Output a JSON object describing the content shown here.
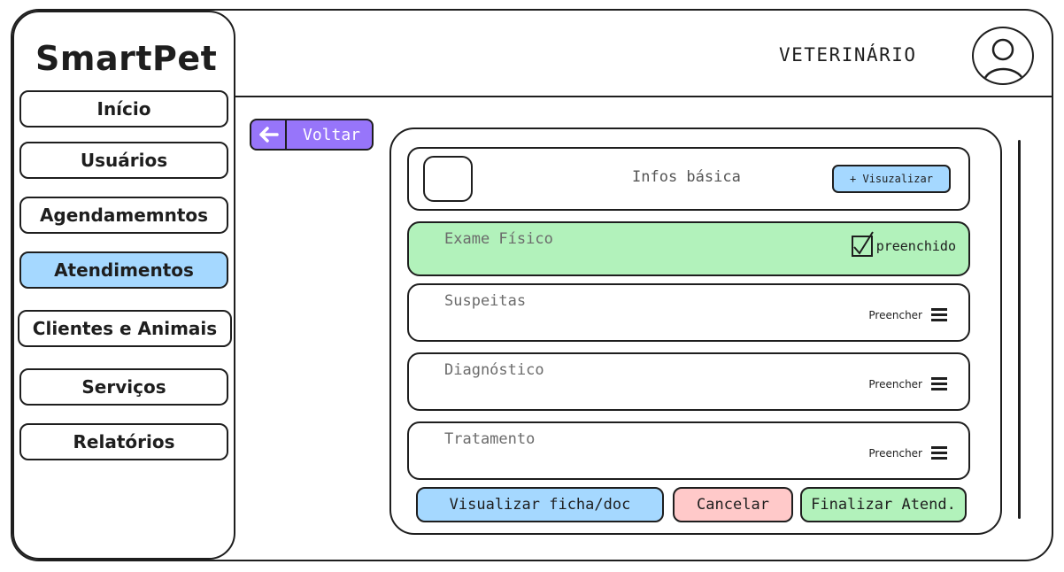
{
  "app": {
    "brand": "SmartPet"
  },
  "header": {
    "role": "VETERINÁRIO",
    "avatar_icon": "user-icon"
  },
  "sidebar": {
    "items": [
      {
        "label": "Início",
        "active": false
      },
      {
        "label": "Usuários",
        "active": false
      },
      {
        "label": "Agendamemntos",
        "active": false
      },
      {
        "label": "Atendimentos",
        "active": true
      },
      {
        "label": "Clientes e Animais",
        "active": false
      },
      {
        "label": "Serviços",
        "active": false
      },
      {
        "label": "Relatórios",
        "active": false
      }
    ]
  },
  "back": {
    "label": "Voltar",
    "icon": "arrow-left-icon"
  },
  "sections": {
    "info": {
      "title": "Infos básica",
      "button": "+ Visuzalizar"
    },
    "exam": {
      "title": "Exame Físico",
      "status": "preenchido"
    },
    "suspeitas": {
      "title": "Suspeitas",
      "action": "Preencher"
    },
    "diagnostico": {
      "title": "Diagnóstico",
      "action": "Preencher"
    },
    "tratamento": {
      "title": "Tratamento",
      "action": "Preencher"
    }
  },
  "actions": {
    "view": "Visualizar ficha/doc",
    "cancel": "Cancelar",
    "finish": "Finalizar Atend."
  },
  "colors": {
    "active_nav": "#a5d8ff",
    "back_button": "#9775fa",
    "completed": "#b2f2bb",
    "cancel": "#ffc9c9",
    "view": "#a5d8ff",
    "finish": "#b2f2bb"
  }
}
